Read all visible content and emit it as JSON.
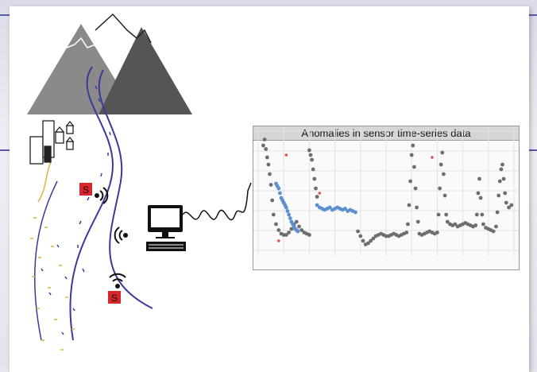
{
  "colors": {
    "frame_line": "#5a5aa8",
    "mountain_light": "#8a8a8a",
    "mountain_dark": "#555555",
    "river": "#3a3a9a",
    "sensor": "#d8262a",
    "town_path": "#e0b040",
    "normal_points": "#6e6e6e",
    "anomaly_points": "#5b8fd0",
    "outlier_points": "#e05050"
  },
  "icons": {
    "mountains": "mountains-icon",
    "buildings": "city-buildings-icon",
    "sensor_a": "sensor-icon",
    "sensor_b": "sensor-icon",
    "wifi_a": "wifi-signal-icon",
    "wifi_b": "wifi-signal-icon",
    "wifi_c": "wifi-signal-icon",
    "computer": "computer-icon",
    "cable": "signal-cable-icon"
  },
  "diagram": {
    "sensor_label_a": "S",
    "sensor_label_b": "S"
  },
  "chart_data": {
    "type": "scatter",
    "title": "Anomalies in sensor time-series data",
    "xlabel": "",
    "ylabel": "",
    "grid": true,
    "xlim": [
      0,
      100
    ],
    "ylim": [
      0,
      100
    ],
    "series": [
      {
        "role": "normal",
        "color": "#6e6e6e",
        "points": [
          [
            2,
            88
          ],
          [
            2.5,
            93
          ],
          [
            3,
            85
          ],
          [
            3.5,
            78
          ],
          [
            4,
            72
          ],
          [
            4.5,
            64
          ],
          [
            5,
            55
          ],
          [
            5.5,
            42
          ],
          [
            6,
            30
          ],
          [
            7,
            22
          ],
          [
            8,
            17
          ],
          [
            9,
            14
          ],
          [
            10,
            13
          ],
          [
            11,
            13
          ],
          [
            12,
            15
          ],
          [
            13,
            18
          ],
          [
            14,
            22
          ],
          [
            15,
            24
          ],
          [
            16,
            20
          ],
          [
            17,
            17
          ],
          [
            18,
            15
          ],
          [
            19,
            14
          ],
          [
            20,
            13
          ],
          [
            20,
            84
          ],
          [
            20.5,
            80
          ],
          [
            21,
            76
          ],
          [
            21.5,
            68
          ],
          [
            22,
            60
          ],
          [
            22.5,
            52
          ],
          [
            23,
            45
          ],
          [
            39,
            16
          ],
          [
            40,
            12
          ],
          [
            41,
            8
          ],
          [
            42,
            5
          ],
          [
            43,
            6
          ],
          [
            44,
            8
          ],
          [
            45,
            10
          ],
          [
            46,
            12
          ],
          [
            47,
            13
          ],
          [
            48,
            14
          ],
          [
            49,
            13
          ],
          [
            50,
            12
          ],
          [
            51,
            12
          ],
          [
            52,
            13
          ],
          [
            53,
            14
          ],
          [
            54,
            13
          ],
          [
            55,
            12
          ],
          [
            56,
            13
          ],
          [
            57,
            14
          ],
          [
            58,
            15
          ],
          [
            58.5,
            22
          ],
          [
            59,
            38
          ],
          [
            59.5,
            58
          ],
          [
            60,
            80
          ],
          [
            60.5,
            88
          ],
          [
            61,
            70
          ],
          [
            61.5,
            52
          ],
          [
            62,
            36
          ],
          [
            62.5,
            24
          ],
          [
            63,
            14
          ],
          [
            64,
            13
          ],
          [
            65,
            14
          ],
          [
            66,
            15
          ],
          [
            67,
            16
          ],
          [
            68,
            15
          ],
          [
            69,
            14
          ],
          [
            70,
            15
          ],
          [
            70.5,
            30
          ],
          [
            71,
            52
          ],
          [
            71.5,
            72
          ],
          [
            72,
            82
          ],
          [
            72.5,
            64
          ],
          [
            73,
            46
          ],
          [
            73.5,
            30
          ],
          [
            74,
            24
          ],
          [
            75,
            22
          ],
          [
            76,
            21
          ],
          [
            77,
            22
          ],
          [
            78,
            20
          ],
          [
            79,
            21
          ],
          [
            80,
            22
          ],
          [
            81,
            23
          ],
          [
            82,
            22
          ],
          [
            83,
            21
          ],
          [
            84,
            20
          ],
          [
            85,
            21
          ],
          [
            85.5,
            30
          ],
          [
            86,
            48
          ],
          [
            86.5,
            60
          ],
          [
            87,
            44
          ],
          [
            87.5,
            30
          ],
          [
            88,
            22
          ],
          [
            89,
            19
          ],
          [
            90,
            18
          ],
          [
            91,
            17
          ],
          [
            92,
            16
          ],
          [
            93,
            20
          ],
          [
            93.5,
            32
          ],
          [
            94,
            46
          ],
          [
            94.5,
            58
          ],
          [
            95,
            68
          ],
          [
            95.5,
            72
          ],
          [
            96,
            60
          ],
          [
            96.5,
            48
          ],
          [
            97,
            40
          ],
          [
            98,
            36
          ],
          [
            99,
            38
          ]
        ]
      },
      {
        "role": "anomaly",
        "color": "#5b8fd0",
        "points": [
          [
            7,
            56
          ],
          [
            7.5,
            54
          ],
          [
            8,
            52
          ],
          [
            8.5,
            48
          ],
          [
            9,
            44
          ],
          [
            9.5,
            42
          ],
          [
            10,
            40
          ],
          [
            10.5,
            38
          ],
          [
            11,
            36
          ],
          [
            11.5,
            33
          ],
          [
            12,
            30
          ],
          [
            12.5,
            27
          ],
          [
            13,
            24
          ],
          [
            13.5,
            22
          ],
          [
            14,
            20
          ],
          [
            14.5,
            18
          ],
          [
            15,
            17
          ],
          [
            15.5,
            16
          ],
          [
            23,
            38
          ],
          [
            24,
            36
          ],
          [
            25,
            35
          ],
          [
            26,
            34
          ],
          [
            27,
            35
          ],
          [
            28,
            36
          ],
          [
            29,
            34
          ],
          [
            30,
            35
          ],
          [
            31,
            36
          ],
          [
            32,
            35
          ],
          [
            33,
            34
          ],
          [
            34,
            35
          ],
          [
            35,
            33
          ],
          [
            36,
            34
          ],
          [
            37,
            33
          ],
          [
            38,
            32
          ]
        ]
      },
      {
        "role": "outlier",
        "color": "#e05050",
        "points": [
          [
            11,
            80
          ],
          [
            8,
            8
          ],
          [
            24,
            48
          ],
          [
            68,
            78
          ]
        ]
      }
    ]
  }
}
